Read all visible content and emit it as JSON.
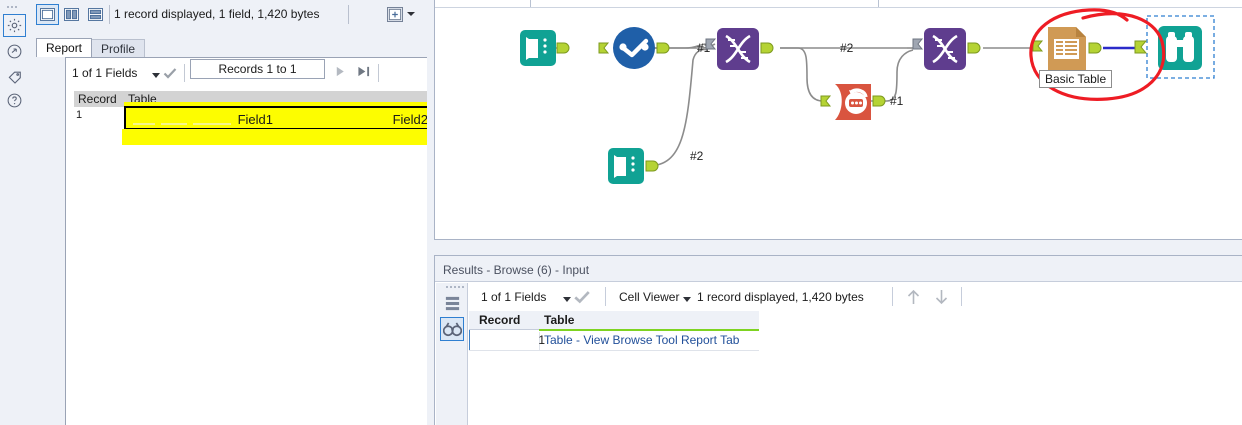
{
  "left_panel": {
    "rail": [
      {
        "name": "settings-gear",
        "selected": true
      },
      {
        "name": "refresh-arrow",
        "selected": false
      },
      {
        "name": "tag",
        "selected": false
      },
      {
        "name": "help-question",
        "selected": false
      }
    ],
    "toolbar": {
      "layout_single_label": "single-pane-layout",
      "layout_vertical_label": "vertical-split-layout",
      "layout_horizontal_label": "horizontal-split-layout",
      "status": "1 record displayed, 1 field, 1,420 bytes",
      "add_label": "add-panel"
    },
    "tabs": [
      {
        "label": "Report",
        "active": true
      },
      {
        "label": "Profile",
        "active": false
      }
    ],
    "nav": {
      "fields": "1 of 1 Fields",
      "records": "Records 1 to 1",
      "first_label": "first-record",
      "prev_label": "previous-record",
      "next_label": "next-record",
      "last_label": "last-record"
    },
    "report": {
      "header_record": "Record",
      "header_table": "Table",
      "row_number": "1",
      "field1": "Field1",
      "field2": "Field2",
      "highlight_color": "#fdfd00"
    }
  },
  "canvas": {
    "nodes": [
      {
        "id": "text-input-1",
        "label": "",
        "type": "text-input",
        "color": "#1aa393"
      },
      {
        "id": "filter-1",
        "label": "",
        "type": "filter",
        "color": "#1f5fa8"
      },
      {
        "id": "join-1",
        "label": "",
        "type": "join",
        "color": "#5f3d8e"
      },
      {
        "id": "summarize-1",
        "label": "",
        "type": "summarize",
        "color": "#d9543f"
      },
      {
        "id": "join-2",
        "label": "",
        "type": "join",
        "color": "#5f3d8e"
      },
      {
        "id": "basic-table-1",
        "label": "Basic Table",
        "type": "basic-table",
        "color": "#d09a55"
      },
      {
        "id": "browse-1",
        "label": "",
        "type": "browse",
        "color": "#1aa393"
      },
      {
        "id": "text-input-2",
        "label": "",
        "type": "text-input",
        "color": "#1aa393"
      }
    ],
    "connection_labels": [
      "#1",
      "#2",
      "#1",
      "#2"
    ],
    "annotation": {
      "name": "red-circle-annotation",
      "color": "#ee1c24"
    },
    "selection_color": "#2f7fd1"
  },
  "results": {
    "title": "Results - Browse (6) - Input",
    "rail": [
      {
        "name": "rows-view",
        "selected": false
      },
      {
        "name": "browse-binoculars",
        "selected": true
      }
    ],
    "toolbar": {
      "fields": "1 of 1 Fields",
      "viewer": "Cell Viewer",
      "count": "1 record displayed, 1,420 bytes",
      "up_label": "scroll-up",
      "down_label": "scroll-down"
    },
    "grid": {
      "columns": [
        "Record",
        "Table"
      ],
      "rows": [
        {
          "record": "1",
          "table": "Table - View Browse Tool Report Tab"
        }
      ],
      "link_color": "#22509a",
      "accent_underline": "#7ed321"
    }
  }
}
